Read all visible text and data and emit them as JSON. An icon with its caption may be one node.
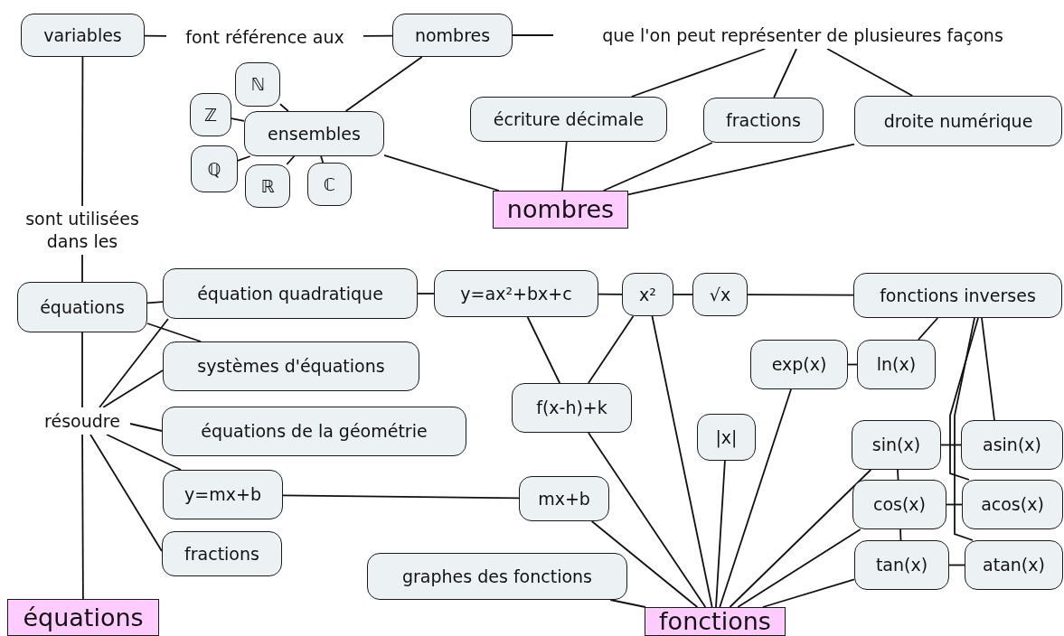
{
  "diagram": {
    "nodes": [
      {
        "text": [
          "variables"
        ]
      },
      {
        "text": [
          "font référence aux"
        ]
      },
      {
        "text": [
          "nombres"
        ]
      },
      {
        "text": [
          "que l'on peut représenter de plusieures façons"
        ]
      },
      {
        "text": [
          "ℕ"
        ]
      },
      {
        "text": [
          "ℤ"
        ]
      },
      {
        "text": [
          "ensembles"
        ]
      },
      {
        "text": [
          "ℚ"
        ]
      },
      {
        "text": [
          "ℝ"
        ]
      },
      {
        "text": [
          "ℂ"
        ]
      },
      {
        "text": [
          "écriture décimale"
        ]
      },
      {
        "text": [
          "fractions"
        ]
      },
      {
        "text": [
          "droite numérique"
        ]
      },
      {
        "text": [
          "nombres"
        ]
      },
      {
        "text": [
          "sont utilisées dans les"
        ]
      },
      {
        "text": [
          "équations"
        ]
      },
      {
        "text": [
          "équation quadratique"
        ]
      },
      {
        "text": [
          "y=ax²+bx+c"
        ]
      },
      {
        "text": [
          "x²"
        ]
      },
      {
        "text": [
          "√x"
        ]
      },
      {
        "text": [
          "fonctions inverses"
        ]
      },
      {
        "text": [
          "résoudre"
        ]
      },
      {
        "text": [
          "systèmes d'équations"
        ]
      },
      {
        "text": [
          "exp(x)"
        ]
      },
      {
        "text": [
          "ln(x)"
        ]
      },
      {
        "text": [
          "f(x-h)+k"
        ]
      },
      {
        "text": [
          "équations de la géométrie"
        ]
      },
      {
        "text": [
          "|x|"
        ]
      },
      {
        "text": [
          "sin(x)"
        ]
      },
      {
        "text": [
          "asin(x)"
        ]
      },
      {
        "text": [
          "y=mx+b"
        ]
      },
      {
        "text": [
          "mx+b"
        ]
      },
      {
        "text": [
          "cos(x)"
        ]
      },
      {
        "text": [
          "acos(x)"
        ]
      },
      {
        "text": [
          "fractions"
        ]
      },
      {
        "text": [
          "tan(x)"
        ]
      },
      {
        "text": [
          "atan(x)"
        ]
      },
      {
        "text": [
          "graphes des fonctions"
        ]
      },
      {
        "text": [
          "équations"
        ]
      },
      {
        "text": [
          "fonctions"
        ]
      }
    ],
    "edges": [
      {
        "from": 0,
        "to": 1,
        "arrow": "none"
      },
      {
        "from": 1,
        "to": 2,
        "arrow": "none"
      },
      {
        "from": 2,
        "to": 3,
        "arrow": "none"
      },
      {
        "from": 2,
        "to": 6,
        "arrow": "none"
      },
      {
        "from": 6,
        "to": 4,
        "arrow": "none"
      },
      {
        "from": 6,
        "to": 5,
        "arrow": "none"
      },
      {
        "from": 6,
        "to": 7,
        "arrow": "none"
      },
      {
        "from": 6,
        "to": 8,
        "arrow": "none"
      },
      {
        "from": 6,
        "to": 9,
        "arrow": "none"
      },
      {
        "from": 6,
        "to": 13,
        "arrow": "none"
      },
      {
        "from": 3,
        "to": 10,
        "arrow": "none"
      },
      {
        "from": 3,
        "to": 11,
        "arrow": "none"
      },
      {
        "from": 3,
        "to": 12,
        "arrow": "none"
      },
      {
        "from": 10,
        "to": 13,
        "arrow": "none"
      },
      {
        "from": 11,
        "to": 13,
        "arrow": "none"
      },
      {
        "from": 12,
        "to": 13,
        "arrow": "none"
      },
      {
        "from": 0,
        "to": 14,
        "arrow": "none"
      },
      {
        "from": 14,
        "to": 15,
        "arrow": "none"
      },
      {
        "from": 15,
        "to": 16,
        "arrow": "none"
      },
      {
        "from": 15,
        "to": 22,
        "arrow": "none"
      },
      {
        "from": 15,
        "to": 21,
        "arrow": "none"
      },
      {
        "from": 21,
        "to": 38,
        "arrow": "none"
      },
      {
        "from": 21,
        "to": 16,
        "arrow": "none"
      },
      {
        "from": 21,
        "to": 22,
        "arrow": "none"
      },
      {
        "from": 21,
        "to": 26,
        "arrow": "none"
      },
      {
        "from": 21,
        "to": 30,
        "arrow": "none"
      },
      {
        "from": 21,
        "to": 34,
        "arrow": "none"
      },
      {
        "from": 16,
        "to": 17,
        "arrow": "none"
      },
      {
        "from": 17,
        "to": 18,
        "arrow": "none"
      },
      {
        "from": 18,
        "to": 19,
        "arrow": "none"
      },
      {
        "from": 19,
        "to": 20,
        "arrow": "none"
      },
      {
        "from": 17,
        "to": 25,
        "arrow": "none"
      },
      {
        "from": 18,
        "to": 25,
        "arrow": "none"
      },
      {
        "from": 18,
        "to": 39,
        "arrow": "none"
      },
      {
        "from": 20,
        "to": 24,
        "arrow": "none"
      },
      {
        "from": 23,
        "to": 24,
        "arrow": "none"
      },
      {
        "from": 20,
        "to": 29,
        "arrow": "none"
      },
      {
        "from": 20,
        "to": 33,
        "arrow": "none"
      },
      {
        "from": 20,
        "to": 36,
        "arrow": "none"
      },
      {
        "from": 28,
        "to": 29,
        "arrow": "none"
      },
      {
        "from": 32,
        "to": 33,
        "arrow": "none"
      },
      {
        "from": 35,
        "to": 36,
        "arrow": "none"
      },
      {
        "from": 28,
        "to": 32,
        "arrow": "none"
      },
      {
        "from": 32,
        "to": 35,
        "arrow": "none"
      },
      {
        "from": 30,
        "to": 31,
        "arrow": "none"
      },
      {
        "from": 25,
        "to": 39,
        "arrow": "none"
      },
      {
        "from": 27,
        "to": 39,
        "arrow": "none"
      },
      {
        "from": 23,
        "to": 39,
        "arrow": "none"
      },
      {
        "from": 28,
        "to": 39,
        "arrow": "none"
      },
      {
        "from": 32,
        "to": 39,
        "arrow": "none"
      },
      {
        "from": 35,
        "to": 39,
        "arrow": "none"
      },
      {
        "from": 31,
        "to": 39,
        "arrow": "none"
      },
      {
        "from": 37,
        "to": 39,
        "arrow": "none"
      }
    ]
  }
}
